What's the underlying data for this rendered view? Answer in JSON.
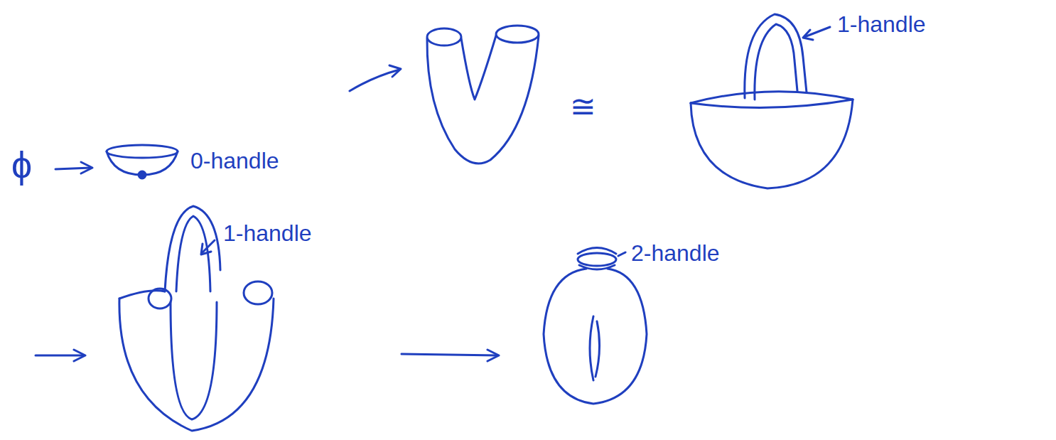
{
  "diagram": {
    "labels": [
      "ϕ",
      "0-handle",
      "≅",
      "1-handle",
      "1-handle",
      "2-handle"
    ]
  }
}
